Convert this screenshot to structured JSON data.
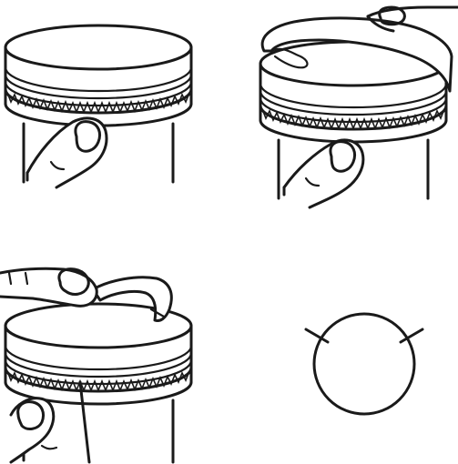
{
  "illustration": {
    "panels": [
      {
        "id": "panel-1",
        "step_icon": "fingertip-on-cap-edge-icon"
      },
      {
        "id": "panel-2",
        "step_icon": "peeling-seal-with-fingertip-icon"
      },
      {
        "id": "panel-3",
        "step_icon": "peeling-seal-backwards-icon"
      },
      {
        "id": "panel-4",
        "step_icon": "opened-container-top-icon"
      }
    ],
    "colors": {
      "ink": "#1a1a1a",
      "background": "#ffffff"
    }
  }
}
